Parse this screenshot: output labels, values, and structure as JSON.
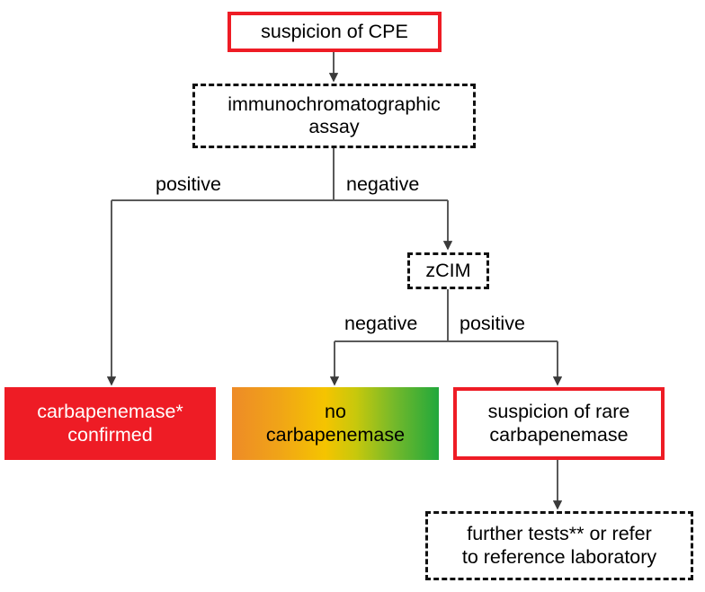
{
  "diagram": {
    "title": "CPE detection algorithm flowchart",
    "colors": {
      "red": "#ee1c25",
      "gradient_start": "#ee8b27",
      "gradient_mid": "#f5c400",
      "gradient_end": "#21a83c",
      "connector": "#595959",
      "text": "#000000",
      "inverse_text": "#ffffff"
    },
    "nodes": [
      {
        "id": "suspicion-of-cpe",
        "label": "suspicion of CPE",
        "style": "red-outline"
      },
      {
        "id": "immunochromatographic-assay",
        "label": "immunochromatographic\nassay",
        "style": "dashed"
      },
      {
        "id": "zcim",
        "label": "zCIM",
        "style": "dashed"
      },
      {
        "id": "carbapenemase-confirmed",
        "label": "carbapenemase*\nconfirmed",
        "style": "red-fill"
      },
      {
        "id": "no-carbapenemase",
        "label": "no\ncarbapenemase",
        "style": "gradient"
      },
      {
        "id": "suspicion-of-rare-carbapenemase",
        "label": "suspicion of rare\ncarbapenemase",
        "style": "red-outline"
      },
      {
        "id": "further-tests",
        "label": "further tests** or refer\nto reference laboratory",
        "style": "dashed"
      }
    ],
    "edge_labels": [
      {
        "id": "assay-positive",
        "label": "positive"
      },
      {
        "id": "assay-negative",
        "label": "negative"
      },
      {
        "id": "zcim-negative",
        "label": "negative"
      },
      {
        "id": "zcim-positive",
        "label": "positive"
      }
    ]
  }
}
